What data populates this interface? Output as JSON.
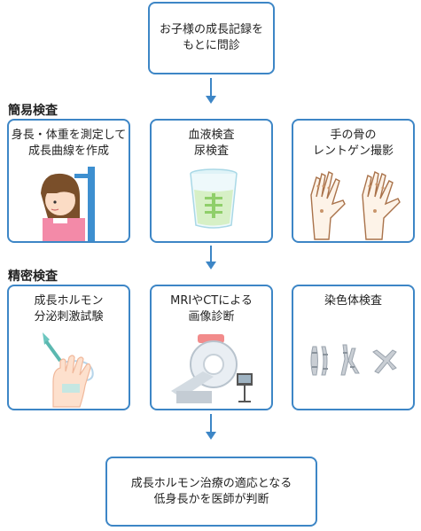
{
  "top_box": "お子様の成長記録を\nもとに問診",
  "section_simple": "簡易検査",
  "simple_items": [
    {
      "label": "身長・体重を測定して\n成長曲線を作成",
      "icon": "child-height-measurement-icon"
    },
    {
      "label": "血液検査\n尿検査",
      "icon": "urine-cup-icon"
    },
    {
      "label": "手の骨の\nレントゲン撮影",
      "icon": "hand-xray-icon"
    }
  ],
  "section_detail": "精密検査",
  "detail_items": [
    {
      "label": "成長ホルモン\n分泌刺激試験",
      "icon": "iv-drip-hand-icon"
    },
    {
      "label": "MRIやCTによる\n画像診断",
      "icon": "mri-scanner-icon"
    },
    {
      "label": "染色体検査",
      "icon": "chromosome-icon"
    }
  ],
  "bottom_box": "成長ホルモン治療の適応となる\n低身長かを医師が判断",
  "colors": {
    "border": "#3d86c6",
    "arrow": "#3d86c6",
    "text": "#222222"
  }
}
